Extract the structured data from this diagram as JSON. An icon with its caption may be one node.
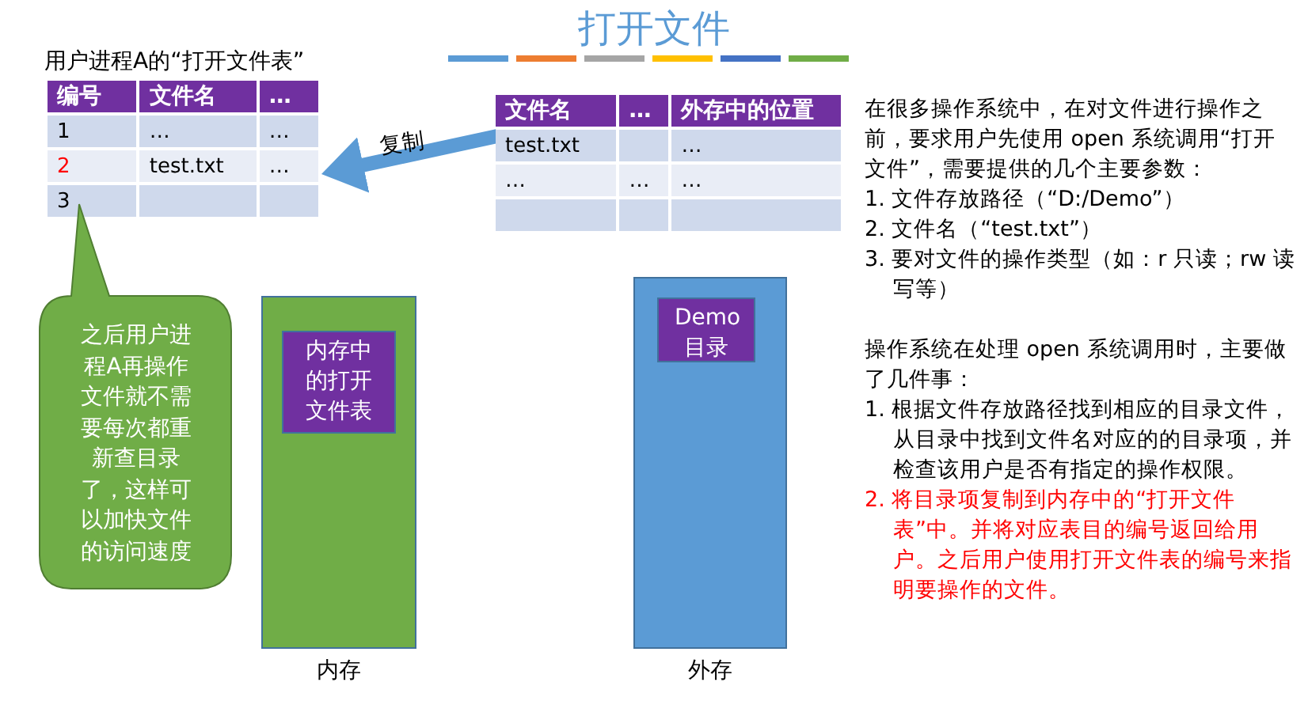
{
  "diagram": {
    "title": "打开文件",
    "nodes": [
      {
        "text": [
          "用户进程A的“打开文件表”"
        ]
      },
      {
        "text": [],
        "shape": "box"
      },
      {
        "text": [
          "之后用户进程A再操作文件就不需要每次都重新查目录了，这样可以加快文件的访问速度"
        ]
      },
      {
        "text": [
          "内存"
        ]
      },
      {
        "text": [
          "内存中的打开文件表"
        ],
        "in": 3
      },
      {
        "text": [
          "外存"
        ]
      },
      {
        "text": [
          "Demo 目录"
        ],
        "in": 5
      }
    ],
    "edges": [
      {
        "from": 1,
        "to": 0,
        "arrow": "to",
        "label": "复制"
      }
    ],
    "labels": [
      "编号",
      "文件名",
      "…",
      "1",
      "…",
      "…",
      "2",
      "test.txt",
      "…",
      "3",
      "文件名",
      "…",
      "外存中的位置",
      "test.txt",
      "…",
      "…",
      "…",
      "…",
      "在很多操作系统中，在对文件进行操作之前，要求用户先使用 open 系统调用“打开文件”，需要提供的几个主要参数：",
      "1. 文件存放路径（“D:/Demo”）",
      "2. 文件名（“test.txt”）",
      "3. 要对文件的操作类型（如：r 只读；rw 读写等）",
      "操作系统在处理 open 系统调用时，主要做了几件事：",
      "1. 根据文件存放路径找到相应的目录文件，从目录中找到文件名对应的的目录项，并检查该用户是否有指定的操作权限。",
      "2. 将目录项复制到内存中的“打开文件表”中。并将对应表目的编号返回给用户。之后用户使用打开文件表的编号来指明要操作的文件。"
    ]
  }
}
